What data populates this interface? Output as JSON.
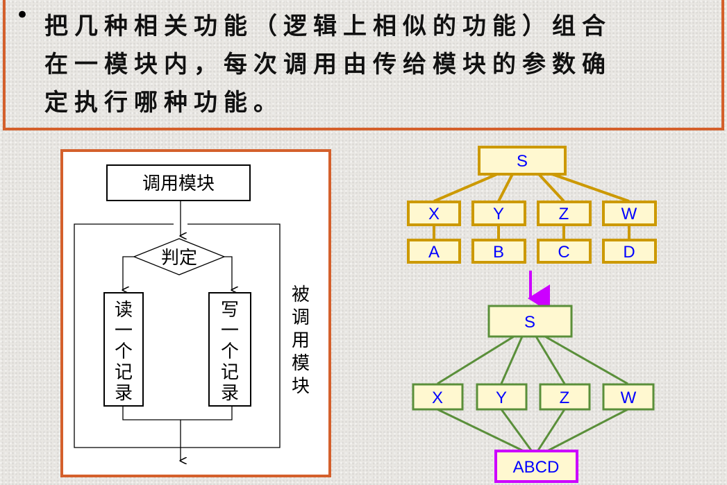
{
  "heading": {
    "bullet": "•",
    "lines": [
      "把几种相关功能（逻辑上相似的功能）组合",
      "在一模块内，每次调用由传给模块的参数确",
      "定执行哪种功能。"
    ]
  },
  "flowchart": {
    "caller": "调用模块",
    "decision": "判定",
    "left_box": [
      "读",
      "一",
      "个",
      "记",
      "录"
    ],
    "right_box": [
      "写",
      "一",
      "个",
      "记",
      "录"
    ],
    "side_label": [
      "被",
      "调",
      "用",
      "模",
      "块"
    ]
  },
  "tree_before": {
    "root": "S",
    "children": [
      "X",
      "Y",
      "Z",
      "W"
    ],
    "leaves": [
      "A",
      "B",
      "C",
      "D"
    ]
  },
  "tree_after": {
    "root": "S",
    "children": [
      "X",
      "Y",
      "Z",
      "W"
    ],
    "merged": "ABCD"
  },
  "colors": {
    "border": "#d4602c",
    "gold": "#cc9900",
    "green": "#5a8f3a",
    "magenta": "#cc00ff",
    "text_blue": "#0000ff",
    "box_fill": "#fff8d0"
  }
}
